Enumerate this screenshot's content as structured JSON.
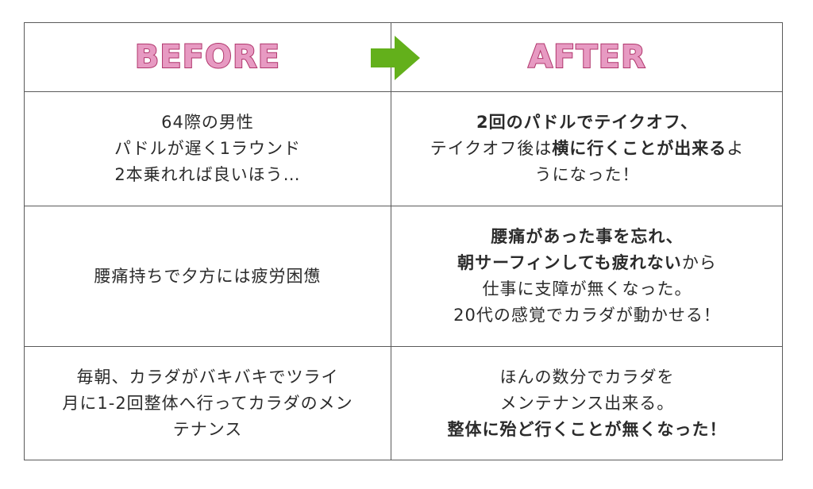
{
  "header": {
    "before": "BEFORE",
    "after": "AFTER",
    "arrow_color": "#63b01b",
    "title_fill": "#e79ac2",
    "title_stroke": "#b0366c"
  },
  "rows": [
    {
      "before": [
        "64際の男性",
        "パドルが遅く1ラウンド",
        "2本乗れれば良いほう…"
      ],
      "after": [
        {
          "segments": [
            {
              "t": "2回のパドルでテイクオフ、",
              "b": true
            }
          ]
        },
        {
          "segments": [
            {
              "t": "テイクオフ後は",
              "b": false
            },
            {
              "t": "横に行くことが出来る",
              "b": true
            },
            {
              "t": "よ",
              "b": false
            }
          ]
        },
        {
          "segments": [
            {
              "t": "うになった！",
              "b": false
            }
          ]
        }
      ]
    },
    {
      "before": [
        "腰痛持ちで夕方には疲労困憊"
      ],
      "after": [
        {
          "segments": [
            {
              "t": "腰痛があった事を忘れ、",
              "b": true
            }
          ]
        },
        {
          "segments": [
            {
              "t": "朝サーフィンしても疲れない",
              "b": true
            },
            {
              "t": "から",
              "b": false
            }
          ]
        },
        {
          "segments": [
            {
              "t": "仕事に支障が無くなった。",
              "b": false
            }
          ]
        },
        {
          "segments": [
            {
              "t": "20代の感覚でカラダが動かせる！",
              "b": false
            }
          ]
        }
      ]
    },
    {
      "before": [
        "毎朝、カラダがバキバキでツライ",
        "月に1-2回整体へ行ってカラダのメン",
        "テナンス"
      ],
      "after": [
        {
          "segments": [
            {
              "t": "ほんの数分でカラダを",
              "b": false
            }
          ]
        },
        {
          "segments": [
            {
              "t": "メンテナンス出来る。",
              "b": false
            }
          ]
        },
        {
          "segments": [
            {
              "t": "整体に殆ど行くことが無くなった！",
              "b": true
            }
          ]
        }
      ]
    }
  ]
}
